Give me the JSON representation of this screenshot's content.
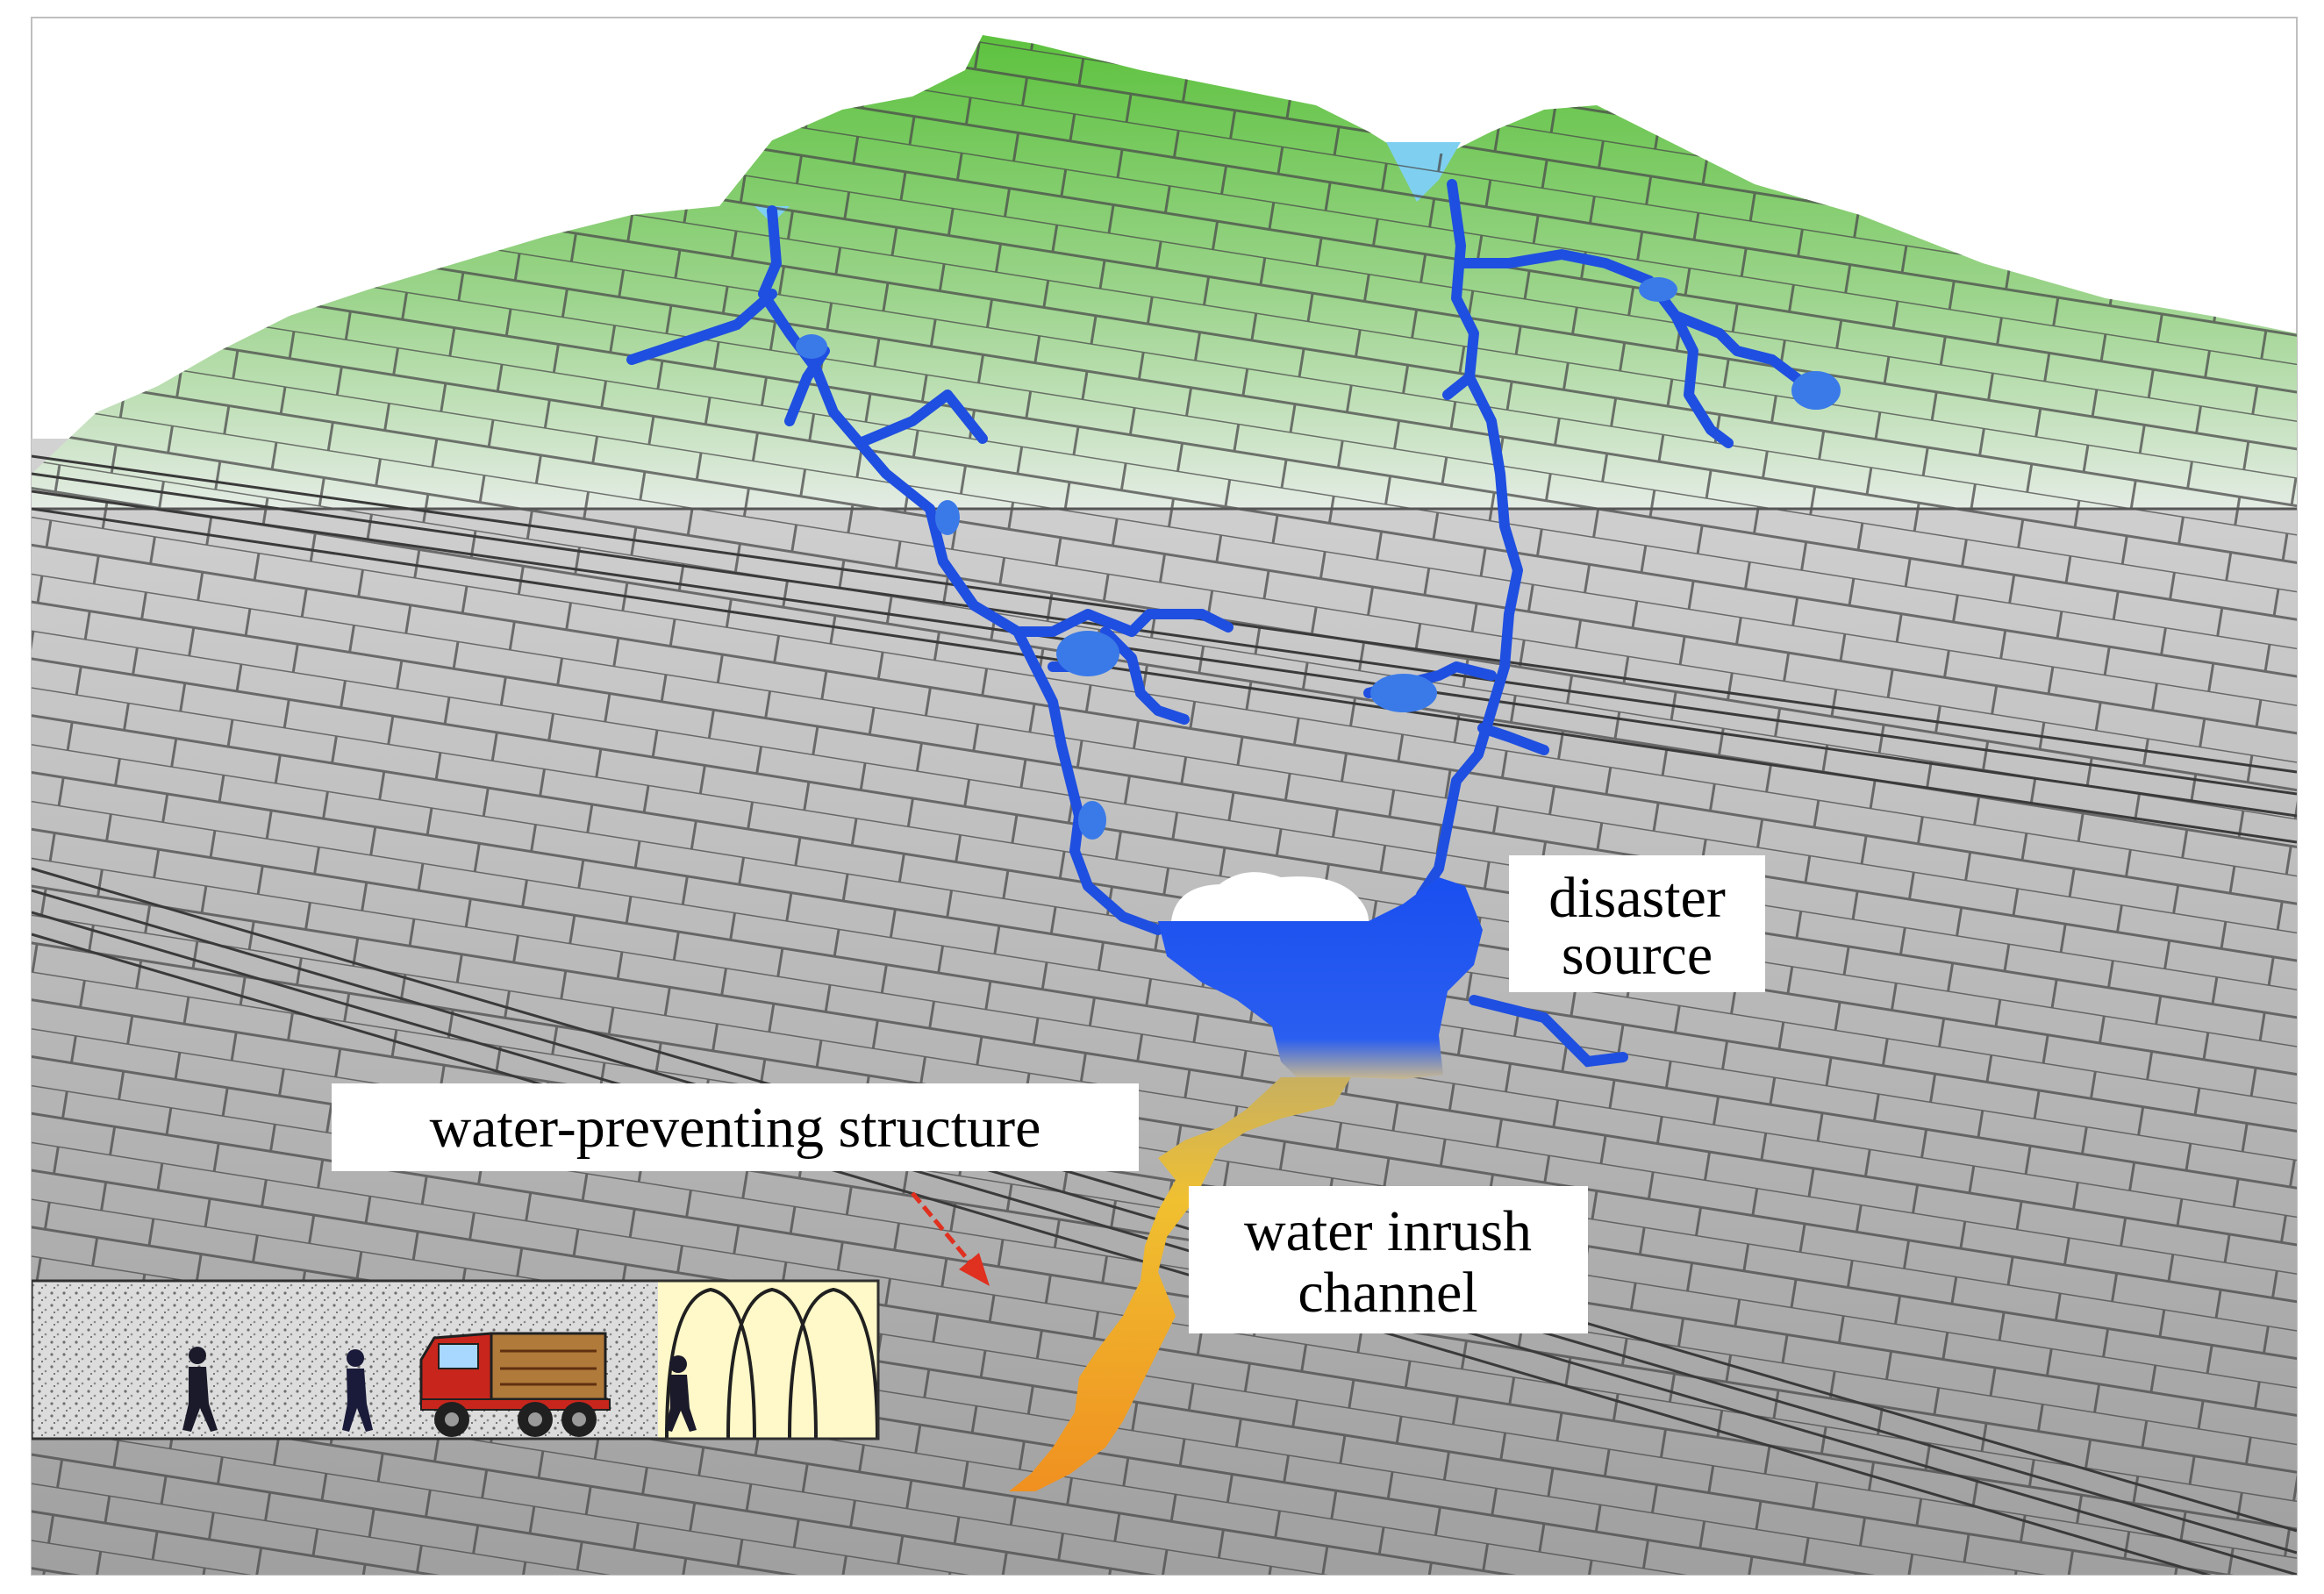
{
  "labels": {
    "disaster_source_line1": "disaster",
    "disaster_source_line2": "source",
    "water_preventing_structure": "water-preventing structure",
    "water_inrush_line1": "water inrush",
    "water_inrush_line2": "channel"
  },
  "colors": {
    "surface_top": "#6cc84a",
    "surface_bottom": "#d9e6d9",
    "rock_light": "#c8c8c8",
    "rock_dark": "#a4a4a4",
    "brick_line": "#4a4a4a",
    "karst_water": "#1f4fe0",
    "inrush_channel": "#f0a020",
    "tunnel_rock": "#d8d8d8",
    "tunnel_arch": "#fff8c8",
    "arrow": "#e03020",
    "surface_water": "#7fd0f0"
  }
}
